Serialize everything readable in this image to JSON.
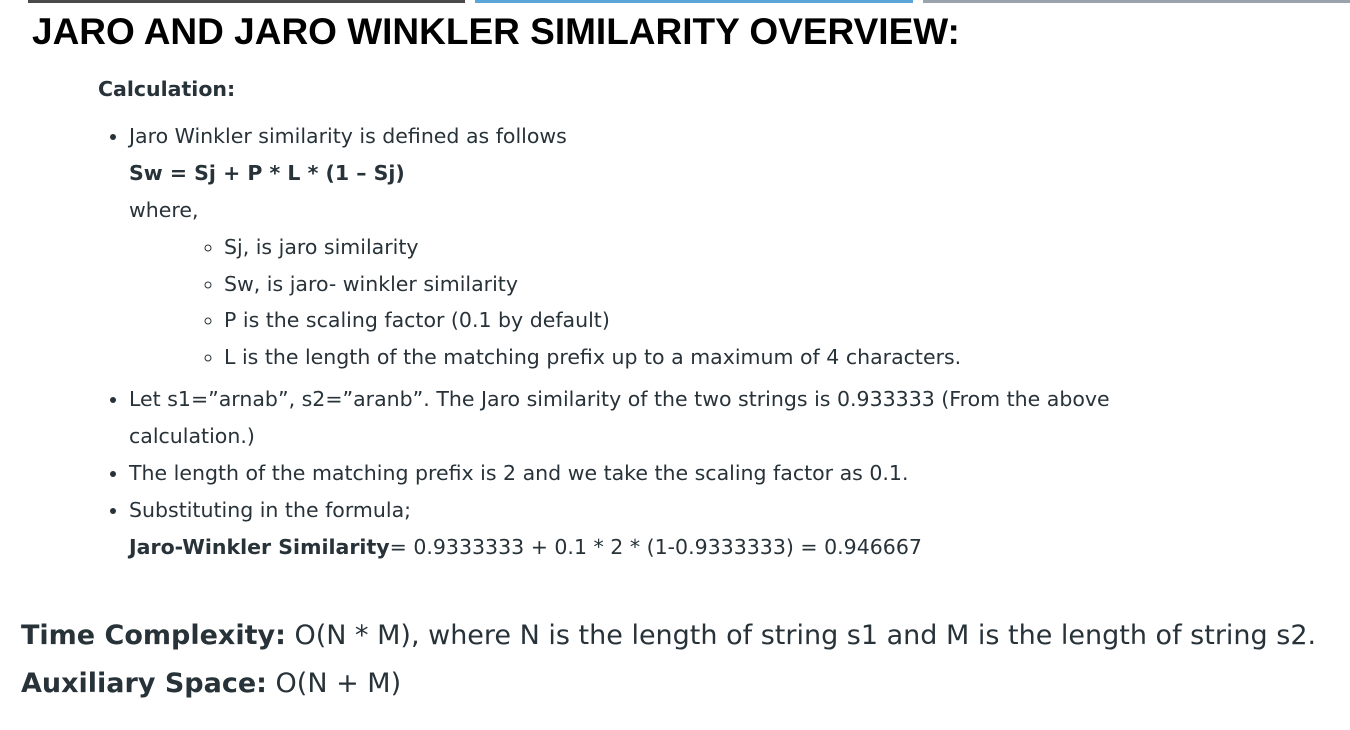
{
  "title": "JARO AND JARO WINKLER SIMILARITY OVERVIEW:",
  "calculation": {
    "heading": "Calculation:",
    "bullet1_text": "Jaro Winkler similarity is defined as follows",
    "formula": "Sw = Sj + P * L * (1 – Sj)",
    "where": "where,",
    "definitions": [
      "Sj, is jaro similarity",
      "Sw, is jaro- winkler similarity",
      "P is the scaling factor (0.1 by default)",
      "L is the length of the matching prefix up to a maximum of 4 characters."
    ],
    "bullet2": "Let s1=”arnab”, s2=”aranb”. The Jaro similarity of the two strings is 0.933333 (From the above calculation.)",
    "bullet3": "The length of the matching prefix is 2 and we take the scaling factor as 0.1.",
    "bullet4_text": "Substituting in the formula;",
    "jw_label": "Jaro-Winkler Similarity",
    "jw_value": "= 0.9333333 + 0.1 * 2 * (1-0.9333333) = 0.946667"
  },
  "complexity": {
    "time_label": "Time Complexity:",
    "time_value": " O(N * M), where N is the length of string s1 and M is the length of string s2.",
    "space_label": "Auxiliary Space:",
    "space_value": " O(N + M)"
  }
}
